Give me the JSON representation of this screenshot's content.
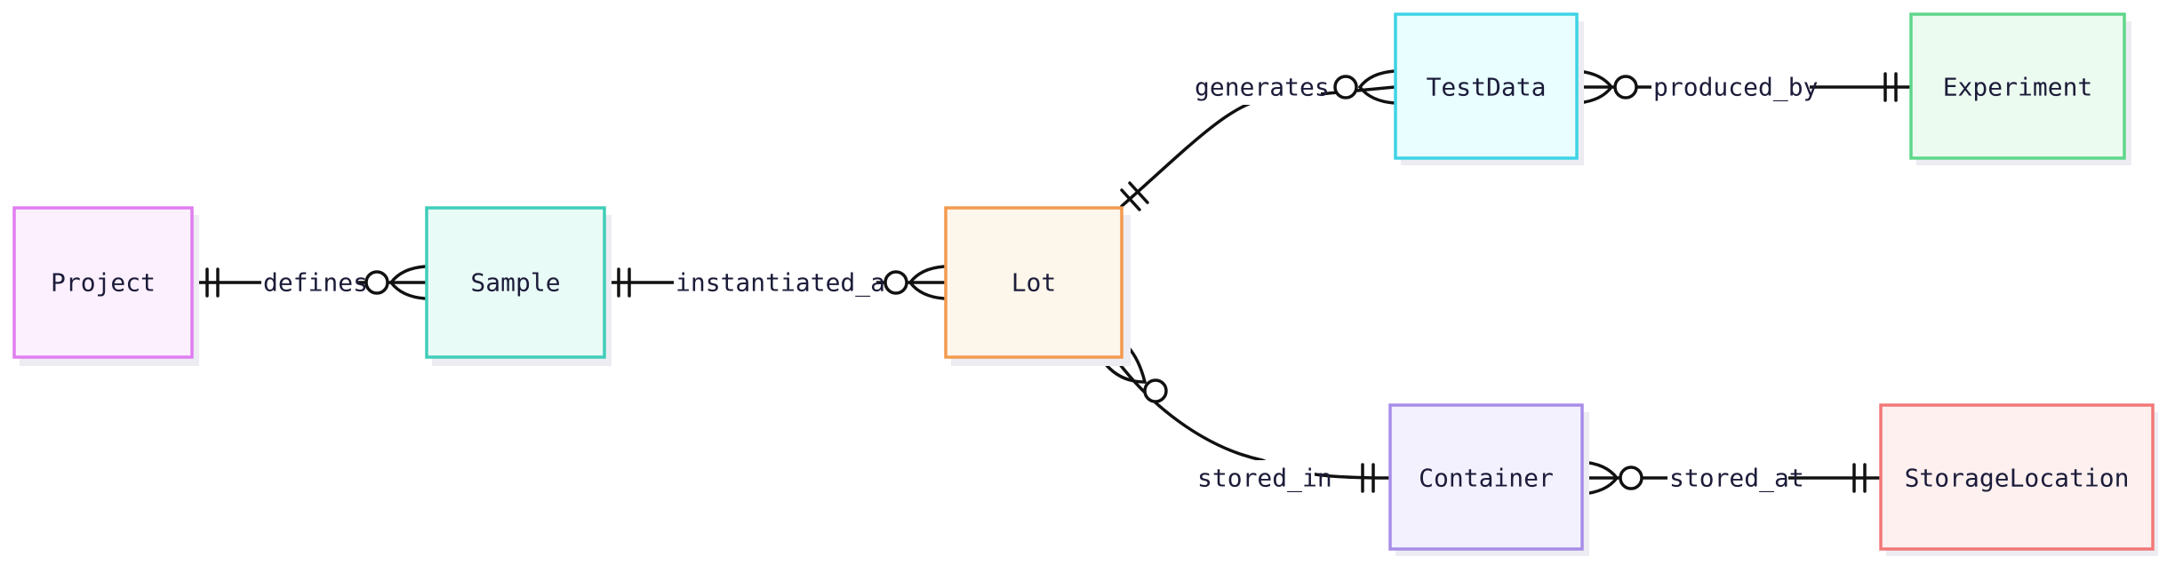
{
  "entities": [
    {
      "id": "project",
      "name": "Project",
      "border": "#e07ef0",
      "fill": "#fdf0fe"
    },
    {
      "id": "sample",
      "name": "Sample",
      "border": "#40cdb9",
      "fill": "#e9fbf6"
    },
    {
      "id": "lot",
      "name": "Lot",
      "border": "#f39a4f",
      "fill": "#fdf6ea"
    },
    {
      "id": "testdata",
      "name": "TestData",
      "border": "#3dd3e5",
      "fill": "#e8feff"
    },
    {
      "id": "experiment",
      "name": "Experiment",
      "border": "#5ed78a",
      "fill": "#ecfbf0"
    },
    {
      "id": "container",
      "name": "Container",
      "border": "#a78de8",
      "fill": "#f4f1fe"
    },
    {
      "id": "storagelocation",
      "name": "StorageLocation",
      "border": "#f27878",
      "fill": "#fdf0ef"
    }
  ],
  "relationships": [
    {
      "id": "defines",
      "label": "defines"
    },
    {
      "id": "instantiated_as",
      "label": "instantiated_as"
    },
    {
      "id": "generates",
      "label": "generates"
    },
    {
      "id": "produced_by",
      "label": "produced_by"
    },
    {
      "id": "stored_in",
      "label": "stored_in"
    },
    {
      "id": "stored_at",
      "label": "stored_at"
    }
  ]
}
